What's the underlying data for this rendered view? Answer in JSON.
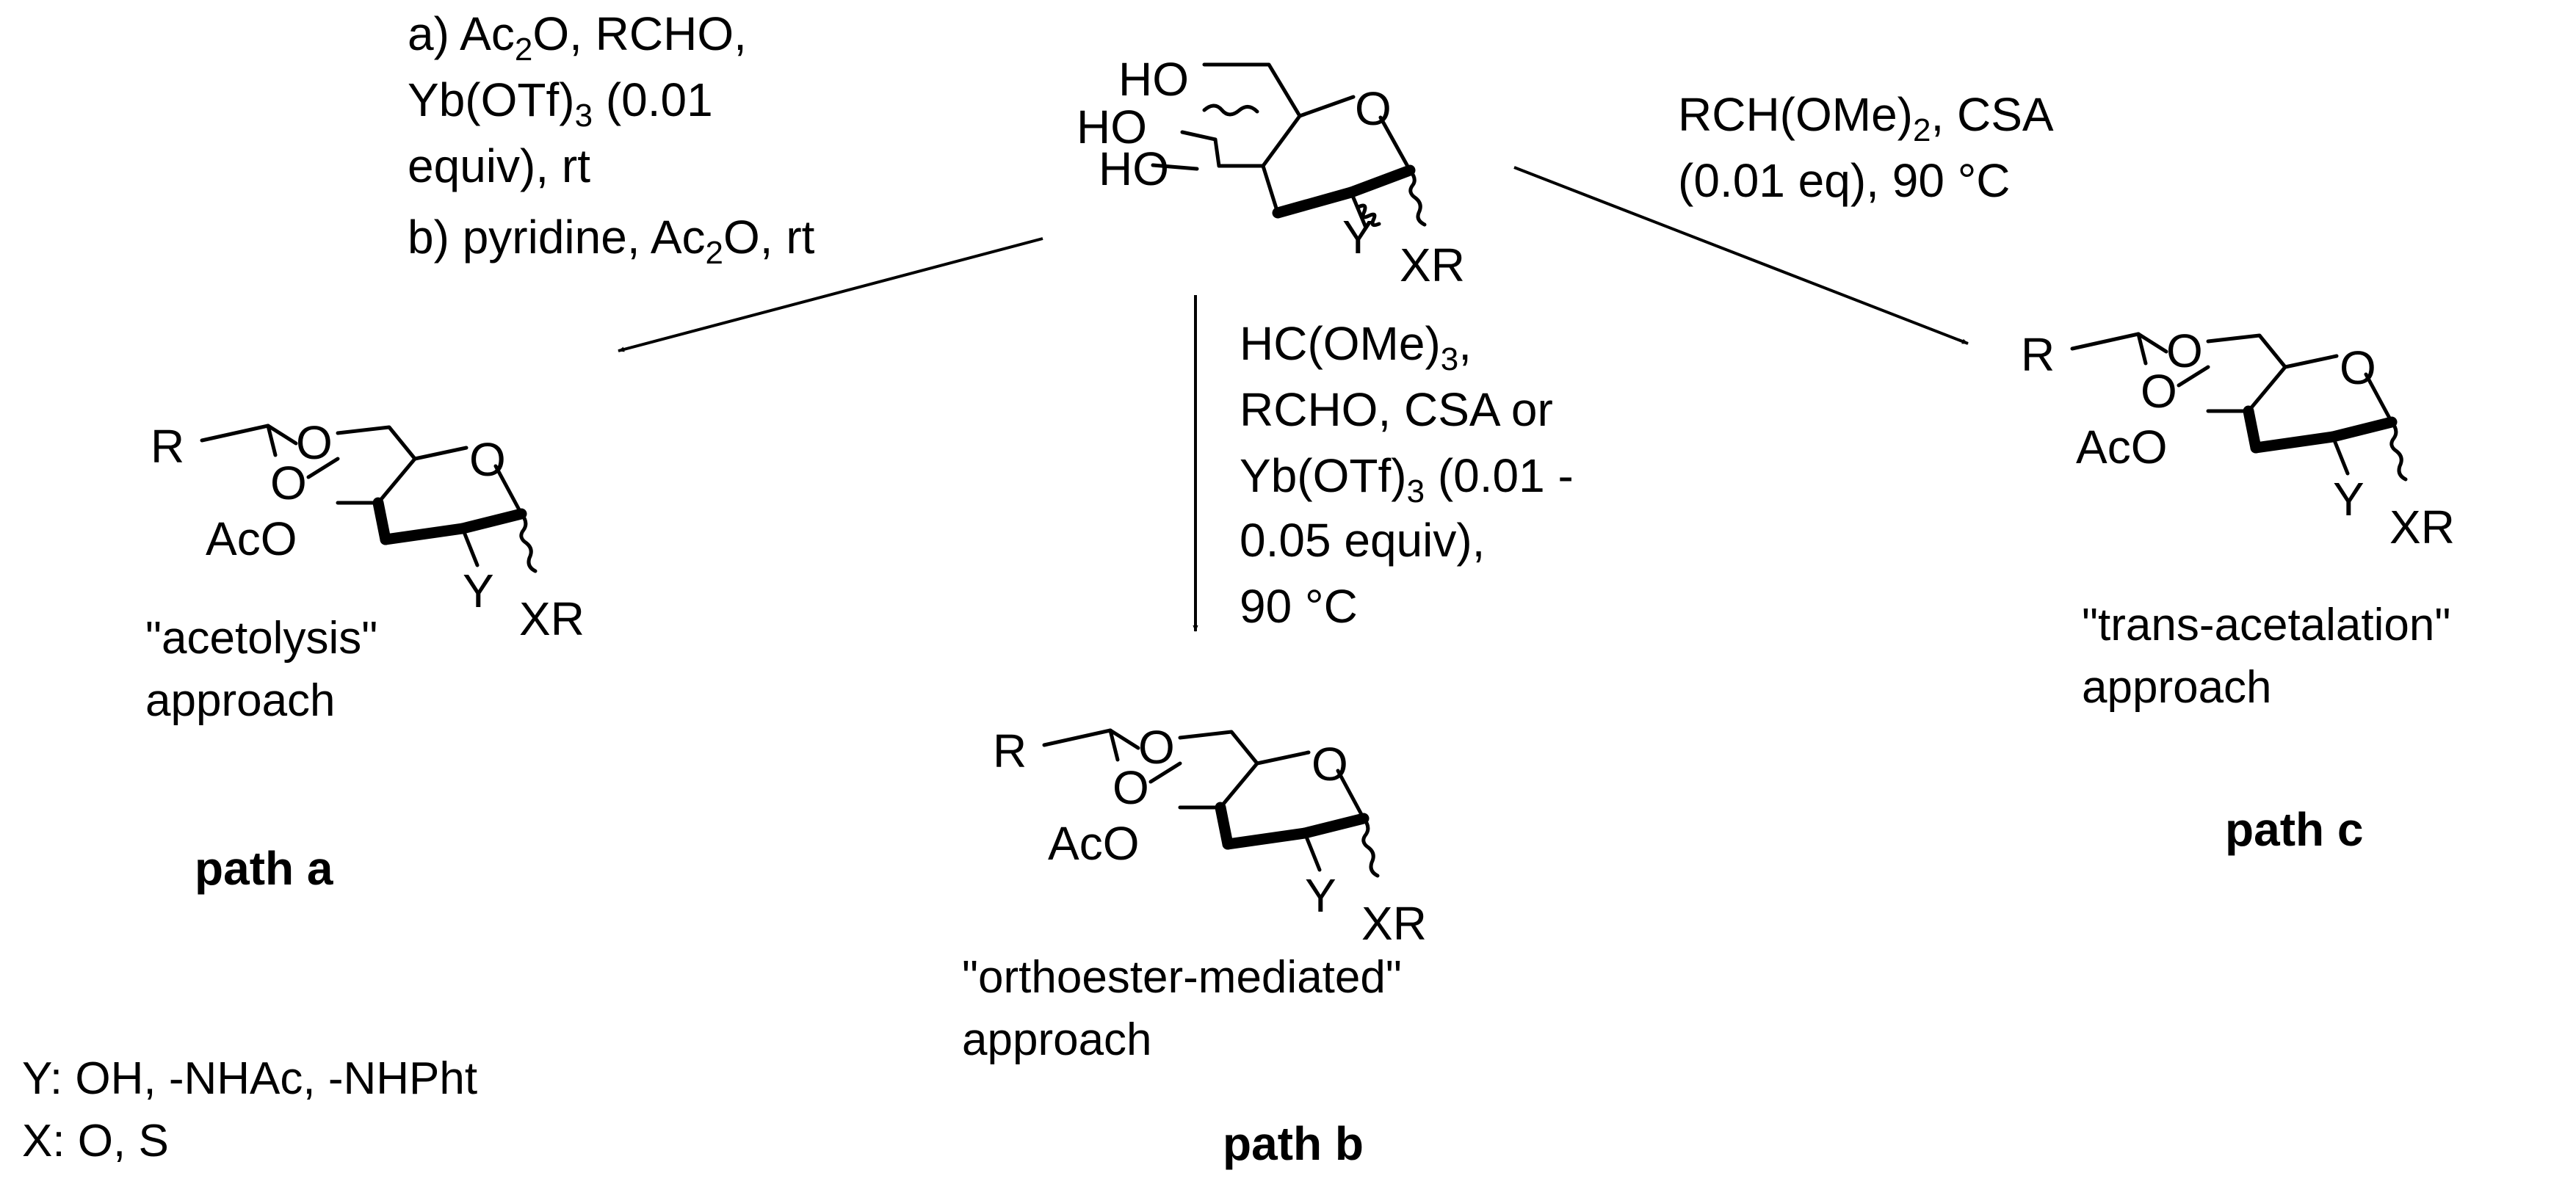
{
  "reagents": {
    "a1": "a) Ac",
    "a1_sub": "2",
    "a1_tail": "O, RCHO,",
    "a2": "Yb(OTf)",
    "a2_sub": "3",
    "a2_tail": " (0.01",
    "a3": "equiv), rt",
    "a4": "b) pyridine, Ac",
    "a4_sub": "2",
    "a4_tail": "O, rt",
    "b1": "HC(OMe)",
    "b1_sub": "3",
    "b1_tail": ",",
    "b2": "RCHO, CSA or",
    "b3": "Yb(OTf)",
    "b3_sub": "3",
    "b3_tail": " (0.01 -",
    "b4": "0.05 equiv),",
    "b5": " 90 °C",
    "c1": "RCH(OMe)",
    "c1_sub": "2",
    "c1_tail": ", CSA",
    "c2": "(0.01 eq), 90 °C"
  },
  "atoms": {
    "HO": "HO",
    "O": "O",
    "R": "R",
    "AcO": "AcO",
    "Y": "Y",
    "XR": "XR"
  },
  "captions": {
    "a1": "\"acetolysis\"",
    "a2": "approach",
    "b1": "\"orthoester-mediated\"",
    "b2": "approach",
    "c1": "\"trans-acetalation\"",
    "c2": "approach"
  },
  "paths": {
    "a": "path a",
    "b": "path b",
    "c": "path c"
  },
  "legend": {
    "y": "Y: OH, -NHAc, -NHPht",
    "x": "X: O, S"
  }
}
